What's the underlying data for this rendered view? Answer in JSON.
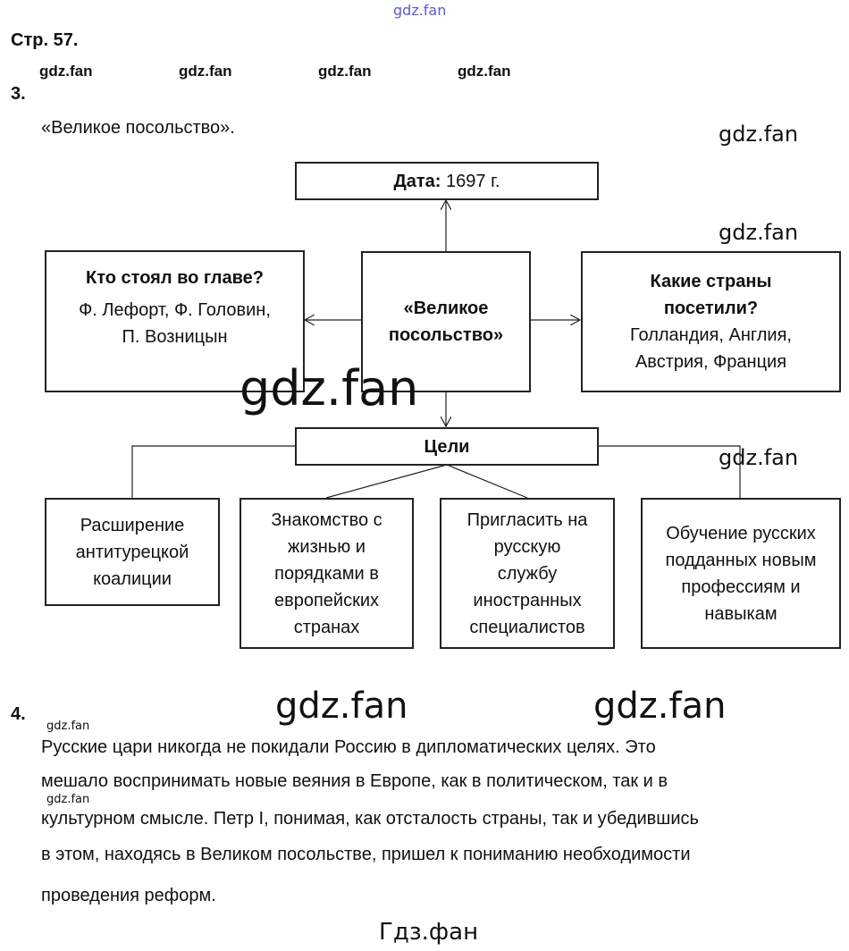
{
  "header": {
    "page": "Стр. 57.",
    "task3": "3.",
    "title": "«Великое посольство».",
    "task4": "4."
  },
  "diagram": {
    "date_label": "Дата:",
    "date_value": "1697 г.",
    "center": [
      "«Великое",
      "посольство»"
    ],
    "left_q": "Кто стоял во главе?",
    "left_a": [
      "Ф. Лефорт, Ф. Головин,",
      "П. Возницын"
    ],
    "right_q": [
      "Какие страны",
      "посетили?"
    ],
    "right_a": [
      "Голландия, Англия,",
      "Австрия, Франция"
    ],
    "goals": "Цели",
    "goal_items": [
      [
        "Расширение",
        "антитурецкой",
        "коалиции"
      ],
      [
        "Знакомство с",
        "жизнью и",
        "порядками в",
        "европейских",
        "странах"
      ],
      [
        "Пригласить на",
        "русскую",
        "службу",
        "иностранных",
        "специалистов"
      ],
      [
        "Обучение русских",
        "подданных новым",
        "профессиям и",
        "навыкам"
      ]
    ]
  },
  "answer4": [
    "Русские цари никогда не покидали Россию в дипломатических целях. Это",
    "мешало воспринимать новые веяния в Европе, как в политическом, так и в",
    "культурном смысле. Петр I, понимая, как отсталость страны, так и убедившись",
    "в этом, находясь в Великом посольстве, пришел к пониманию необходимости",
    "проведения реформ."
  ],
  "watermarks": {
    "small": "gdz.fan",
    "footer": "Гдз.фан"
  }
}
